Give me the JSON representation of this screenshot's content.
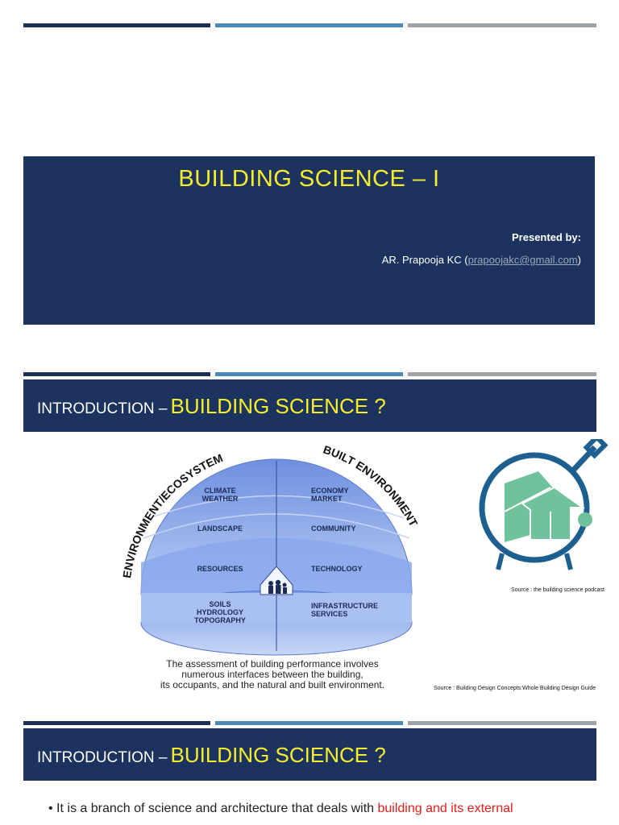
{
  "slide1": {
    "title": "BUILDING SCIENCE – I",
    "presented_by": "Presented by:",
    "author_prefix": "AR. Prapooja KC (",
    "author_email": "prapoojakc@gmail.com",
    "author_suffix": ")"
  },
  "slide2": {
    "heading_prefix": "INTRODUCTION –",
    "heading_highlight": "BUILDING SCIENCE ?",
    "diagram": {
      "left_arc": "ENVIRONMENT/ECOSYSTEM",
      "right_arc": "BUILT ENVIRONMENT",
      "left_labels": [
        "CLIMATE",
        "WEATHER",
        "LANDSCAPE",
        "RESOURCES",
        "SOILS",
        "HYDROLOGY",
        "TOPOGRAPHY"
      ],
      "right_labels": [
        "ECONOMY",
        "MARKET",
        "COMMUNITY",
        "TECHNOLOGY",
        "INFRASTRUCTURE",
        "SERVICES"
      ]
    },
    "caption_lines": [
      "The assessment of building performance involves",
      "numerous interfaces between the building,",
      "its occupants, and the natural and built environment."
    ],
    "source_logo": "Source : the building science podcast",
    "source_diagram": "Source : Building Design Concepts:Whole Building Design Guide"
  },
  "slide3": {
    "heading_prefix": "INTRODUCTION –",
    "heading_highlight": "BUILDING SCIENCE ?",
    "bullet_text": "It is a branch of science and architecture that deals with ",
    "bullet_highlight": "building and its external"
  },
  "colors": {
    "navy": "#1c3360",
    "yellow": "#f7ee2a",
    "teal": "#4b8ab5",
    "grey": "#9ea3a8",
    "highlight_red": "#e0201c"
  }
}
